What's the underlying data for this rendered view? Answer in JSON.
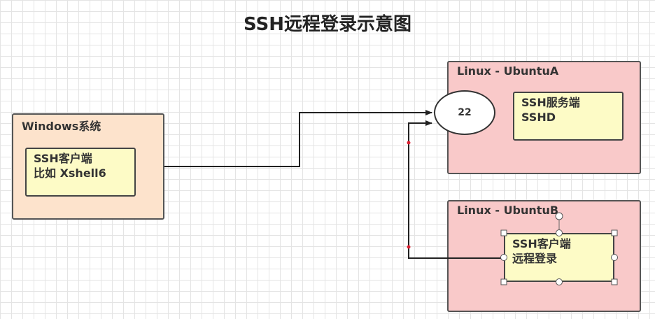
{
  "title": "SSH远程登录示意图",
  "windows": {
    "label": "Windows系统",
    "client": {
      "line1": "SSH客户端",
      "line2": "比如 Xshell6"
    }
  },
  "ubuntuA": {
    "label": "Linux - UbuntuA",
    "server": {
      "line1": "SSH服务端",
      "line2": "SSHD"
    },
    "port": "22"
  },
  "ubuntuB": {
    "label": "Linux - UbuntuB",
    "client": {
      "line1": "SSH客户端",
      "line2": "远程登录"
    }
  }
}
